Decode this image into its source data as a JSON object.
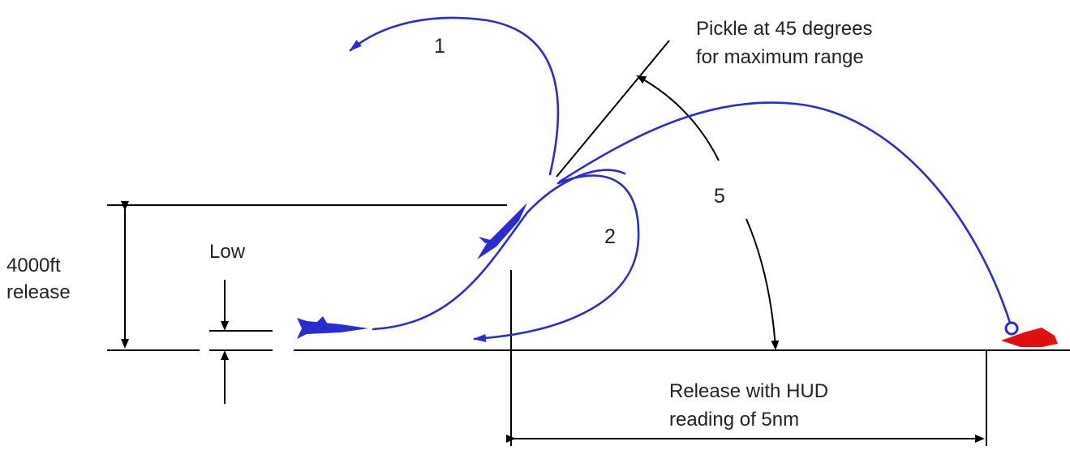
{
  "labels": {
    "pickle_line1": "Pickle at 45 degrees",
    "pickle_line2": "for maximum range",
    "path_1": "1",
    "path_2": "2",
    "angle_mark": "5",
    "low": "Low",
    "altitude_line1": "4000ft",
    "altitude_line2": "release",
    "hud_line1": "Release with HUD",
    "hud_line2": "reading of 5nm"
  },
  "colors": {
    "lines": "#000000",
    "flight_path": "#2b2bd4",
    "target": "#e01010"
  },
  "icons": [
    "aircraft-icon",
    "bomb-icon",
    "target-icon",
    "arrowhead-icon"
  ]
}
